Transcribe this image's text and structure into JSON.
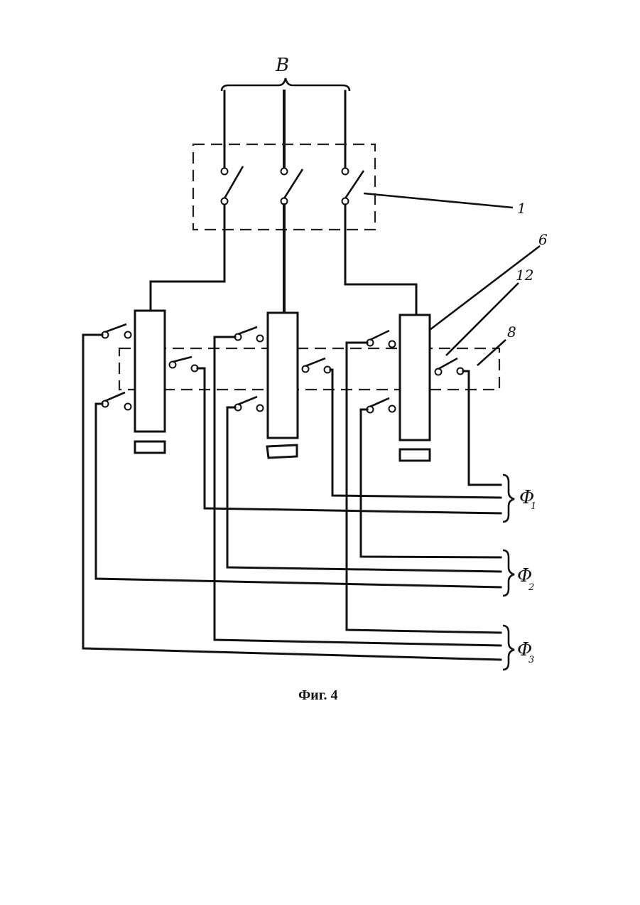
{
  "labels": {
    "supply": "B",
    "switch": "1",
    "relay": "6",
    "contact": "12",
    "bar": "8"
  },
  "groups": [
    {
      "symbol": "Φ",
      "index": "1"
    },
    {
      "symbol": "Φ",
      "index": "2"
    },
    {
      "symbol": "Φ",
      "index": "3"
    }
  ],
  "caption": "Фиг. 4"
}
